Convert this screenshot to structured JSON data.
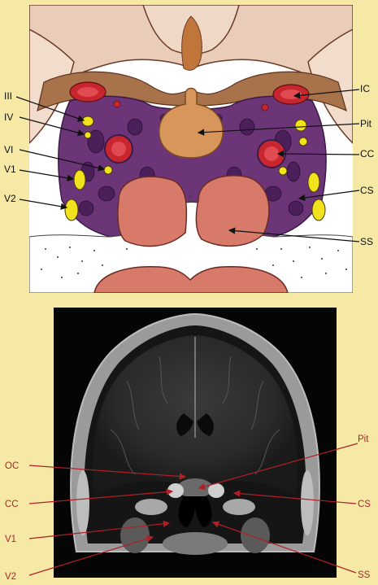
{
  "top_diagram": {
    "labels_left": [
      "III",
      "IV",
      "VI",
      "V1",
      "V2"
    ],
    "labels_right": [
      "IC",
      "Pit",
      "CC",
      "CS",
      "SS"
    ]
  },
  "mri": {
    "labels_left": [
      "OC",
      "CC",
      "V1",
      "V2"
    ],
    "labels_right": [
      "Pit",
      "CS",
      "SS"
    ]
  },
  "colors": {
    "page_background": "#f6e9a6",
    "artery_red": "#c8262e",
    "nerve_yellow": "#f2e21e",
    "sinus_purple": "#5a2a6b",
    "pituitary_orange": "#d9965a",
    "sphenoid_sinus_salmon": "#d77a6a",
    "label_red": "#a5262a"
  }
}
